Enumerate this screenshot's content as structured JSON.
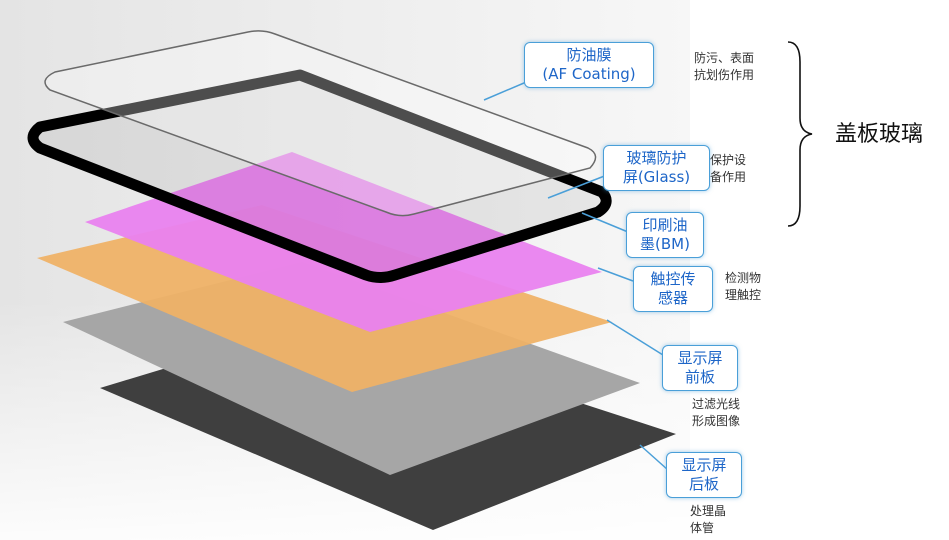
{
  "layers": [
    {
      "id": "af",
      "label_lines": [
        "防油膜",
        "(AF Coating)"
      ],
      "desc_lines": [
        "防污、表面",
        "抗划伤作用"
      ],
      "color": "#ffffff"
    },
    {
      "id": "glass",
      "label_lines": [
        "玻璃防护",
        "屏(Glass)"
      ],
      "desc_lines": [
        "保护设",
        "备作用"
      ],
      "color": "#cfcfcf"
    },
    {
      "id": "bm",
      "label_lines": [
        "印刷油",
        "墨(BM)"
      ],
      "desc_lines": [],
      "color": "#000000"
    },
    {
      "id": "touch",
      "label_lines": [
        "触控传",
        "感器"
      ],
      "desc_lines": [
        "检测物",
        "理触控"
      ],
      "color": "#e982ef"
    },
    {
      "id": "front",
      "label_lines": [
        "显示屏",
        "前板"
      ],
      "desc_lines": [
        "过滤光线",
        "形成图像"
      ],
      "color": "#efb166"
    },
    {
      "id": "back",
      "label_lines": [
        "显示屏",
        "后板"
      ],
      "desc_lines": [
        "处理晶",
        "体管"
      ],
      "color": "#a6a6a6"
    }
  ],
  "group": {
    "label": "盖板玻璃"
  },
  "colors": {
    "callout_border": "#4a9fd8",
    "callout_text": "#1e66c8",
    "dark_layer": "#3f3f3f"
  }
}
